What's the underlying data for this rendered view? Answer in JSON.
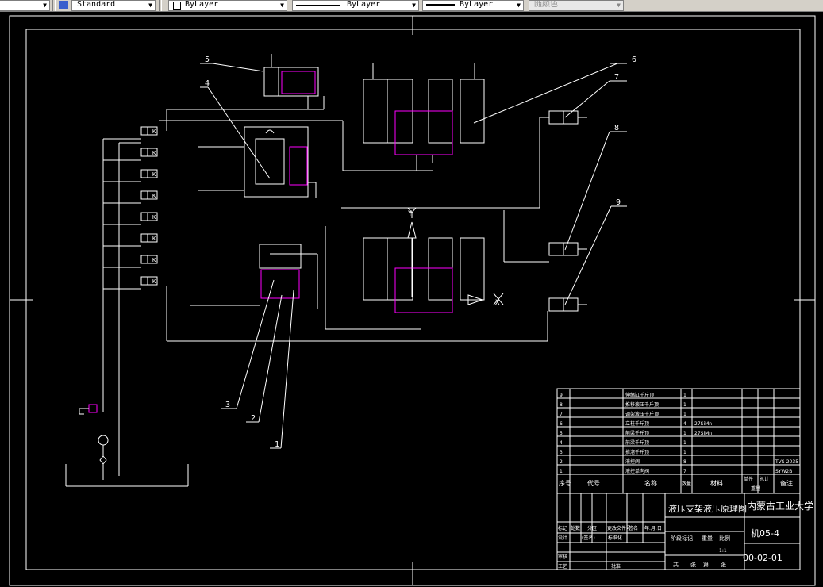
{
  "toolbar": {
    "textstyle": "Standard",
    "layer": "ByLayer",
    "linetype": "ByLayer",
    "lineweight": "ByLayer",
    "plotstyle": "随颜色"
  },
  "callouts": [
    "1",
    "2",
    "3",
    "4",
    "5",
    "6",
    "7",
    "8",
    "9"
  ],
  "axis_marks": {
    "y": "Y",
    "x": "X"
  },
  "port_label": "X",
  "bom": {
    "rows": [
      {
        "no": "9",
        "name": "伸缩缸千斤顶",
        "qty": "1",
        "mat": "",
        "note": ""
      },
      {
        "no": "8",
        "name": "推移液压千斤顶",
        "qty": "1",
        "mat": "",
        "note": ""
      },
      {
        "no": "7",
        "name": "调架液压千斤顶",
        "qty": "1",
        "mat": "",
        "note": ""
      },
      {
        "no": "6",
        "name": "立柱千斤顶",
        "qty": "4",
        "mat": "27SiMn",
        "note": ""
      },
      {
        "no": "5",
        "name": "前梁千斤顶",
        "qty": "1",
        "mat": "27SiMn",
        "note": ""
      },
      {
        "no": "4",
        "name": "前梁千斤顶",
        "qty": "1",
        "mat": "",
        "note": ""
      },
      {
        "no": "3",
        "name": "推溜千斤顶",
        "qty": "1",
        "mat": "",
        "note": ""
      },
      {
        "no": "2",
        "name": "液控阀",
        "qty": "8",
        "mat": "",
        "note": "TVS-2035"
      },
      {
        "no": "1",
        "name": "液控单向阀",
        "qty": "7",
        "mat": "",
        "note": "SYW2B"
      }
    ],
    "header": {
      "no": "序号",
      "code": "代号",
      "name": "名称",
      "qty": "数量",
      "mat": "材料",
      "single": "单件",
      "total": "总计",
      "weight": "重量",
      "note": "备注"
    }
  },
  "title_block": {
    "drawing_title": "液压支架液压原理图",
    "school": "内蒙古工业大学",
    "class_code": "机05-4",
    "drawing_no": "00-02-01",
    "scale": "1:1",
    "stage_labels": [
      "阶段标记",
      "重量",
      "比例"
    ],
    "sheet_labels": [
      "共",
      "张",
      "第",
      "张"
    ],
    "rev_labels": [
      "标记",
      "处数",
      "分区",
      "更改文件号",
      "签名",
      "年.月.日"
    ],
    "sign_labels": [
      "设计",
      "标准化"
    ],
    "review_labels": [
      "审核",
      "工艺",
      "批准"
    ],
    "sign_extra": "(签名)"
  }
}
